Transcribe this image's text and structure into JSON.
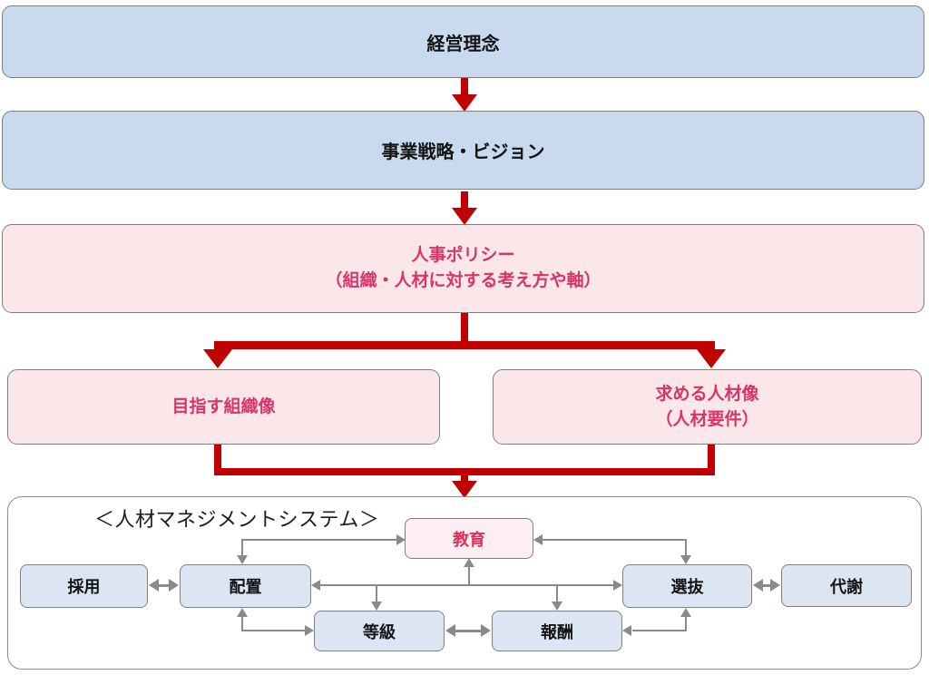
{
  "flow": {
    "management_philosophy": "経営理念",
    "business_strategy_vision": "事業戦略・ビジョン",
    "hr_policy_line1": "人事ポリシー",
    "hr_policy_line2": "（組織・人材に対する考え方や軸）",
    "target_organization": "目指す組織像",
    "desired_talent_line1": "求める人材像",
    "desired_talent_line2": "（人材要件）"
  },
  "system": {
    "title": "＜人材マネジメントシステム＞",
    "nodes": {
      "recruitment": "採用",
      "placement": "配置",
      "education": "教育",
      "grade": "等級",
      "compensation": "報酬",
      "selection": "選抜",
      "turnover": "代謝"
    }
  },
  "colors": {
    "big_box_blue": "#c9d9ee",
    "node_blue": "#dce6f2",
    "big_box_pink": "#fbe7ea",
    "node_pink": "#fdeef1",
    "pink_text": "#d8336b",
    "education_text": "#e62e55",
    "red_arrow": "#c00000",
    "gray_arrow": "#8a8a8a",
    "box_border": "#7f7f7f"
  }
}
